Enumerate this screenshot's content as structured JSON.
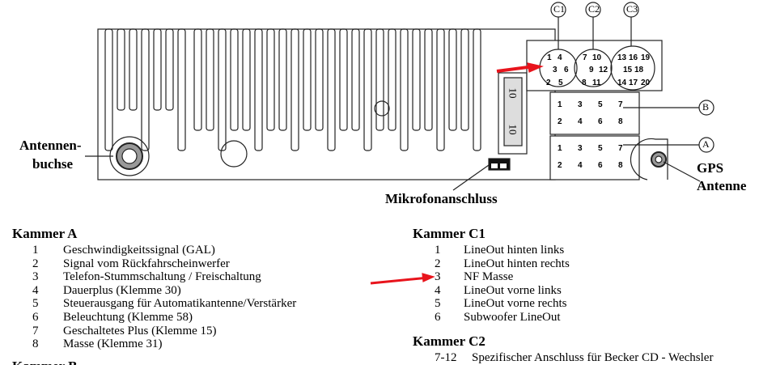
{
  "diagram": {
    "antenna_label_line1": "Antennen-",
    "antenna_label_line2": "buchse",
    "gps_label_line1": "GPS",
    "gps_label_line2": "Antenne",
    "mic_label": "Mikrofonanschluss",
    "fuse_label_top": "10",
    "fuse_label_bottom": "10",
    "callouts": {
      "c1": "C1",
      "c2": "C2",
      "c3": "C3",
      "a": "A",
      "b": "B"
    },
    "c1_pins": [
      "1",
      "4",
      "3",
      "6",
      "2",
      "5"
    ],
    "c2_pins": [
      "7",
      "10",
      "9",
      "12",
      "8",
      "11"
    ],
    "c3_pins": [
      "13",
      "16",
      "19",
      "15",
      "18",
      "14",
      "17",
      "20"
    ],
    "block_pins": [
      "1",
      "3",
      "5",
      "7",
      "2",
      "4",
      "6",
      "8"
    ],
    "arrow_color": "#e8141c"
  },
  "kammer_a": {
    "title": "Kammer A",
    "items": [
      {
        "n": "1",
        "text": "Geschwindigkeitssignal (GAL)"
      },
      {
        "n": "2",
        "text": "Signal vom Rückfahrscheinwerfer"
      },
      {
        "n": "3",
        "text": "Telefon-Stummschaltung / Freischaltung"
      },
      {
        "n": "4",
        "text": "Dauerplus (Klemme 30)"
      },
      {
        "n": "5",
        "text": "Steuerausgang für Automatikantenne/Verstärker"
      },
      {
        "n": "6",
        "text": "Beleuchtung (Klemme 58)"
      },
      {
        "n": "7",
        "text": "Geschaltetes Plus (Klemme 15)"
      },
      {
        "n": "8",
        "text": "Masse (Klemme 31)"
      }
    ]
  },
  "kammer_b": {
    "title": "Kammer B"
  },
  "kammer_c1": {
    "title": "Kammer C1",
    "items": [
      {
        "n": "1",
        "text": "LineOut hinten links"
      },
      {
        "n": "2",
        "text": "LineOut hinten rechts"
      },
      {
        "n": "3",
        "text": "NF Masse"
      },
      {
        "n": "4",
        "text": "LineOut vorne links"
      },
      {
        "n": "5",
        "text": "LineOut vorne rechts"
      },
      {
        "n": "6",
        "text": "Subwoofer LineOut"
      }
    ]
  },
  "kammer_c2": {
    "title": "Kammer C2",
    "items": [
      {
        "n": "7-12",
        "text": "Spezifischer Anschluss für Becker CD - Wechsler"
      }
    ]
  }
}
